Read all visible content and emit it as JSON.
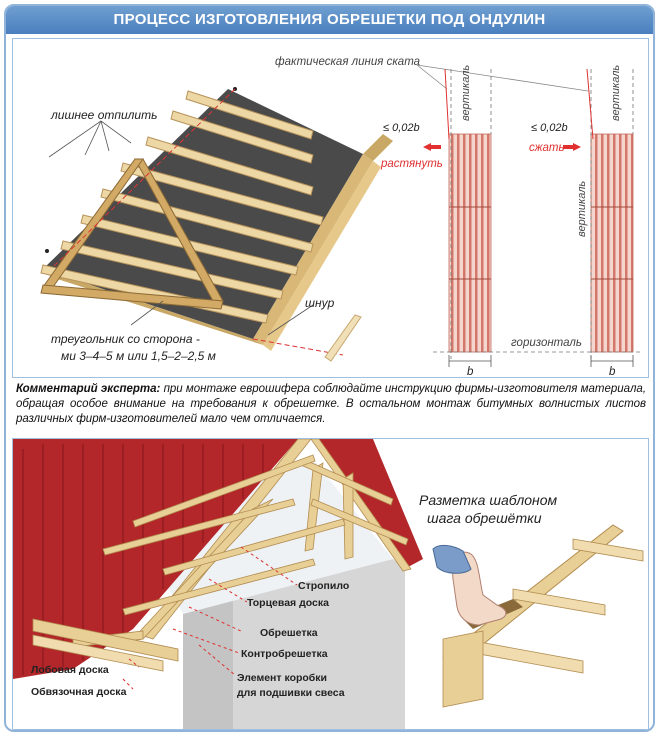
{
  "title": "ПРОЦЕСС ИЗГОТОВЛЕНИЯ  ОБРЕШЕТКИ ПОД ОНДУЛИН",
  "top_diagram": {
    "label_excess": "лишнее отпилить",
    "label_cord": "шнур",
    "label_triangle_line1": "треугольник со сторона    -",
    "label_triangle_line2": "ми 3–4–5 м или 1,5–2–2,5 м",
    "label_actual_line": "фактическая линия ската",
    "label_vertical_1": "вертикаль",
    "label_vertical_2": "вертикаль",
    "label_vertical_3": "вертикаль",
    "label_tolerance_1": "≤ 0,02b",
    "label_tolerance_2": "≤ 0,02b",
    "label_stretch": "растянуть",
    "label_compress": "сжать",
    "label_horizontal": "горизонталь",
    "label_b1": "b",
    "label_b2": "b"
  },
  "comment": {
    "lead": "Комментарий эксперта:",
    "text": " при монтаже еврошифера соблюдайте инструкцию фирмы-изготовителя материала, обращая особое внимание на требования к обрешетке. В остальном монтаж битумных волнистых листов различных фирм-изготовителей мало чем отличается."
  },
  "bottom_diagram": {
    "template_title_line1": "Разметка шаблоном",
    "template_title_line2": "шага обрешётки",
    "labels": {
      "rafter": "Стропило",
      "end_board": "Торцевая доска",
      "lathing": "Обрешетка",
      "counter_lathing": "Контробрешетка",
      "box_element_line1": "Элемент коробки",
      "box_element_line2": "для подшивки свеса",
      "front_board": "Лобовая доска",
      "binding_board": "Обвязочная доска"
    }
  },
  "colors": {
    "title_bg": "#4a7fbf",
    "accent_red": "#e03030",
    "roof_red": "#b3262a",
    "wood": "#e8cf96",
    "sheet": "#c8504a"
  }
}
